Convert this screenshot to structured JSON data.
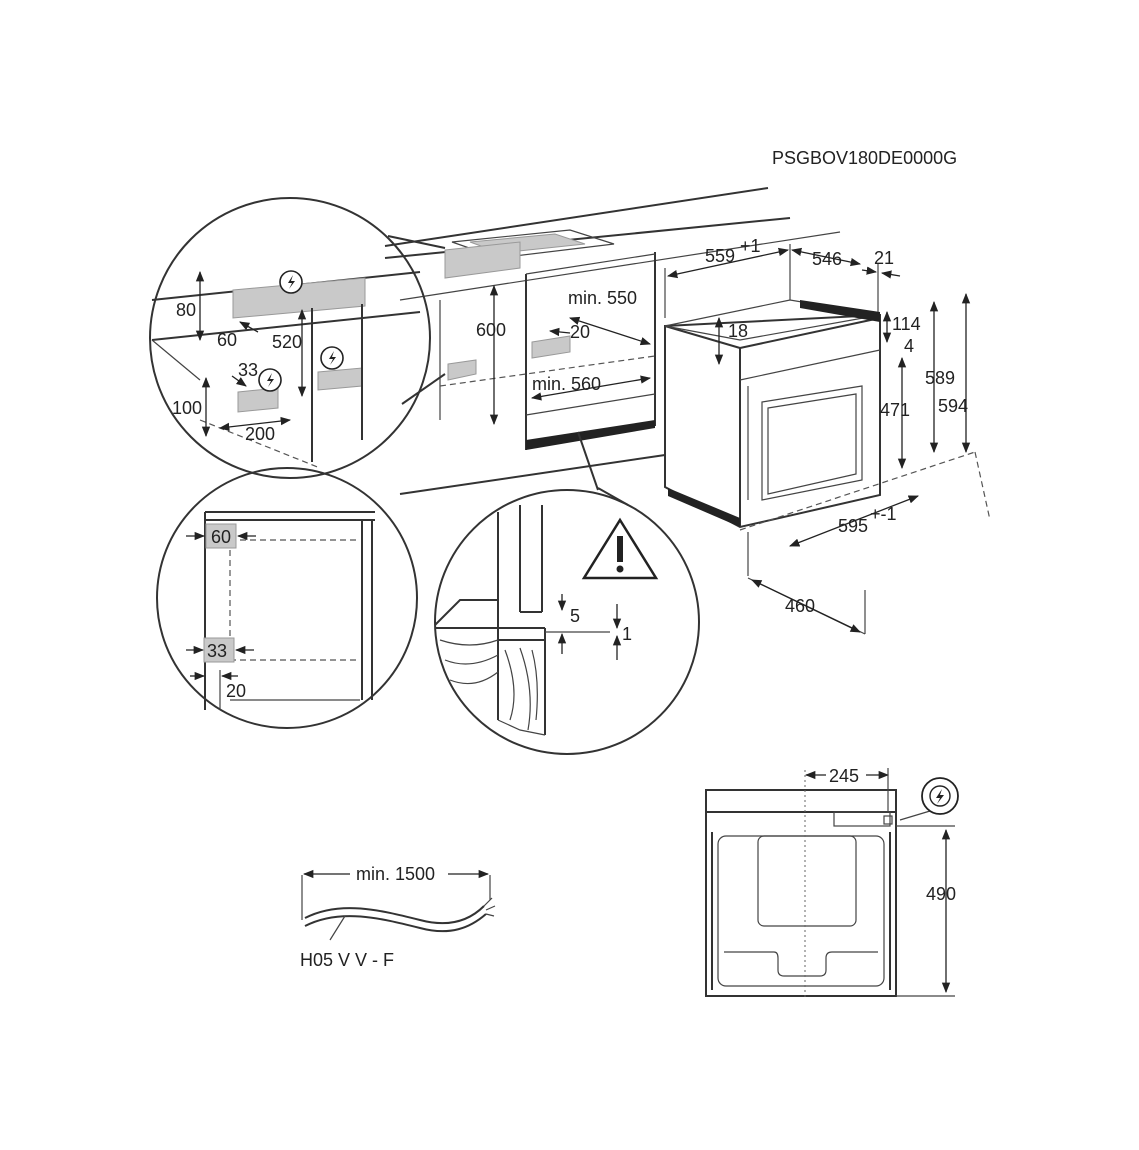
{
  "product_code": "PSGBOV180DE0000G",
  "dimensions": {
    "depth_with_door": "559",
    "depth_with_door_tol": "+1",
    "depth_body": "546",
    "door_thickness": "21",
    "top_offset": "18",
    "panel_height": "114",
    "panel_gap": "4",
    "height_inner": "589",
    "height_total": "594",
    "door_glass_height": "471",
    "width": "595",
    "width_tol": "+-1",
    "width_body": "460"
  },
  "niche": {
    "height": "600",
    "min_depth": "min. 550",
    "rear_gap": "20",
    "min_width": "min. 560"
  },
  "socket_detail": {
    "top_band": "80",
    "side_gap": "60",
    "height": "520",
    "offset": "33",
    "bottom": "100",
    "width": "200"
  },
  "side_detail": {
    "top_vent": "60",
    "bottom_vent": "33",
    "gap": "20"
  },
  "install_detail": {
    "gap_top": "5",
    "gap_bottom": "1"
  },
  "cable": {
    "length": "min. 1500",
    "type": "H05 V V - F"
  },
  "rear_view": {
    "socket_offset": "245",
    "socket_height": "490"
  },
  "icons": [
    "electric-socket-icon",
    "warning-triangle-icon"
  ]
}
